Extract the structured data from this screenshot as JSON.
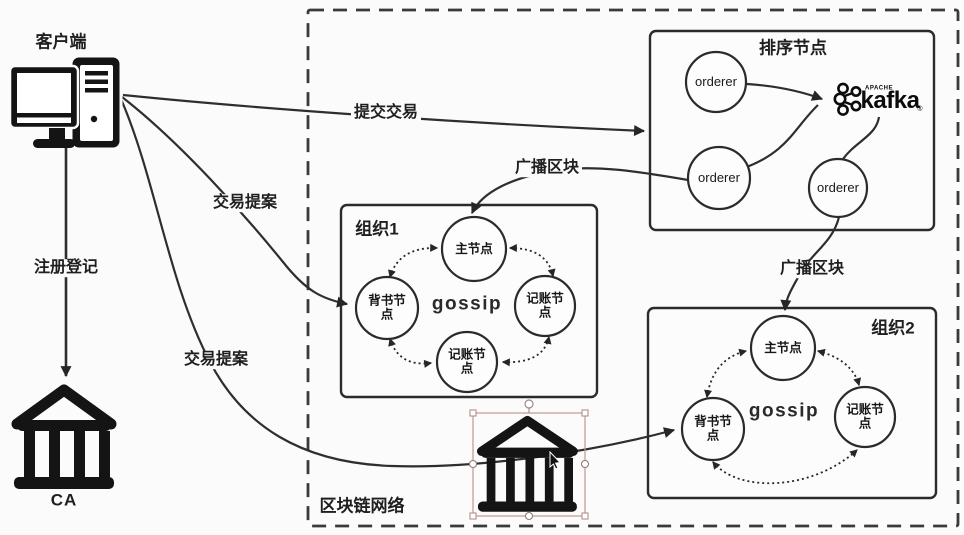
{
  "colors": {
    "ink": "#2e2e2e",
    "icon": "#141414",
    "selection": "#c59494",
    "background": "#fbfbfb"
  },
  "client": {
    "label": "客户端"
  },
  "ca": {
    "label": "CA",
    "edge": "注册登记"
  },
  "network": {
    "label": "区块链网络"
  },
  "edges": {
    "submit": "提交交易",
    "proposal_top": "交易提案",
    "proposal_bottom": "交易提案",
    "broadcast_org1": "广播区块",
    "broadcast_org2": "广播区块"
  },
  "orderer_group": {
    "title": "排序节点",
    "orderer1": "orderer",
    "orderer2": "orderer",
    "orderer3": "orderer",
    "kafka": {
      "apache": "APACHE",
      "word": "kafka",
      "reg": "®"
    }
  },
  "org1": {
    "title": "组织1",
    "gossip": "gossip",
    "leader": "主节点",
    "endorser": "背书节点",
    "committer_right": "记账节点",
    "committer_bottom": "记账节点"
  },
  "org2": {
    "title": "组织2",
    "gossip": "gossip",
    "leader": "主节点",
    "endorser": "背书节点",
    "committer": "记账节点"
  }
}
